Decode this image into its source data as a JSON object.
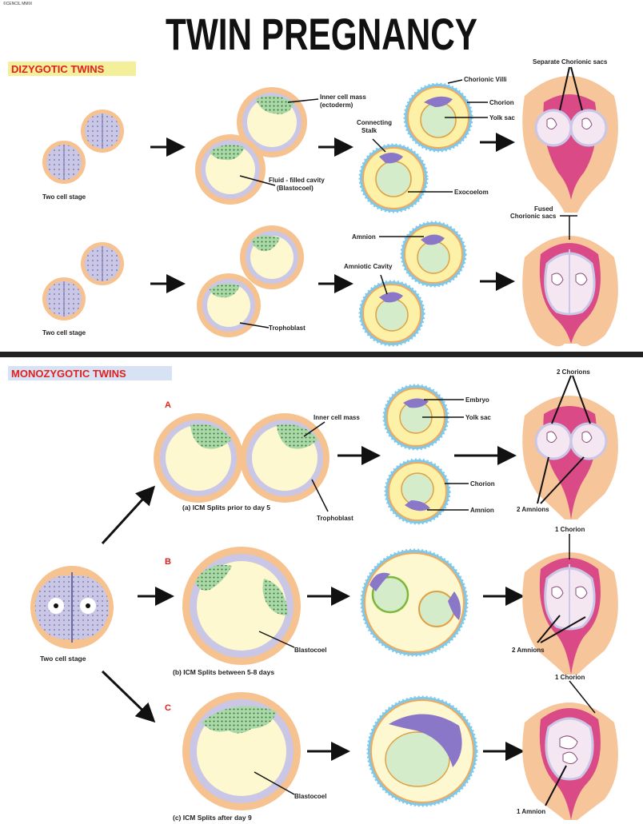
{
  "copyright": "©CENCIL MMIX",
  "title": "TWIN PREGNANCY",
  "sections": {
    "dizygotic": "DIZYGOTIC TWINS",
    "monozygotic": "MONOZYGOTIC TWINS"
  },
  "labels": {
    "two_cell_stage_1": "Two cell stage",
    "two_cell_stage_2": "Two cell stage",
    "two_cell_stage_3": "Two cell stage",
    "inner_cell_mass_ectoderm_1": "Inner cell mass",
    "inner_cell_mass_ectoderm_2": "(ectoderm)",
    "fluid_filled_cavity_1": "Fluid - filled cavity",
    "fluid_filled_cavity_2": "(Blastocoel)",
    "chorionic_villi": "Chorionic Villi",
    "chorion_dz": "Chorion",
    "yolk_sac_dz": "Yolk sac",
    "connecting_stalk_1": "Connecting",
    "connecting_stalk_2": "Stalk",
    "exocoelom": "Exocoelom",
    "separate_chorionic_sacs": "Separate Chorionic sacs",
    "fused_chorionic_sacs_1": "Fused",
    "fused_chorionic_sacs_2": "Chorionic sacs",
    "amnion_dz": "Amnion",
    "amniotic_cavity": "Amniotic Cavity",
    "trophoblast_dz": "Trophoblast",
    "letter_a": "A",
    "letter_b": "B",
    "letter_c": "C",
    "inner_cell_mass_mz": "Inner cell mass",
    "trophoblast_mz": "Trophoblast",
    "embryo": "Embryo",
    "yolk_sac_mz": "Yolk sac",
    "chorion_mz": "Chorion",
    "amnion_mz": "Amnion",
    "two_chorions": "2 Chorions",
    "two_amnions_a": "2 Amnions",
    "one_chorion_b": "1 Chorion",
    "two_amnions_b": "2 Amnions",
    "one_chorion_c": "1 Chorion",
    "one_amnion": "1 Amnion",
    "blastocoel_b": "Blastocoel",
    "blastocoel_c": "Blastocoel",
    "caption_a": "(a) ICM Splits prior to day 5",
    "caption_b": "(b) ICM Splits between 5-8 days",
    "caption_c": "(c) ICM Splits after day 9"
  },
  "colors": {
    "title": "#111111",
    "section_red": "#e0201c",
    "section_bg_yellow": "#f3ef9a",
    "section_bg_blue": "#d7e3f5",
    "cell_outer": "#f6c28f",
    "cell_inner": "#fdf8cf",
    "cell_purple": "#c9c6e6",
    "icm_green": "#9fd2a0",
    "villi_blue": "#7ec8ea",
    "yolk": "#c9e9c1",
    "amnion_purple": "#8a77c8",
    "uterus_outer": "#f7c59a",
    "uterus_pink": "#d94a86",
    "divider": "#222222"
  }
}
